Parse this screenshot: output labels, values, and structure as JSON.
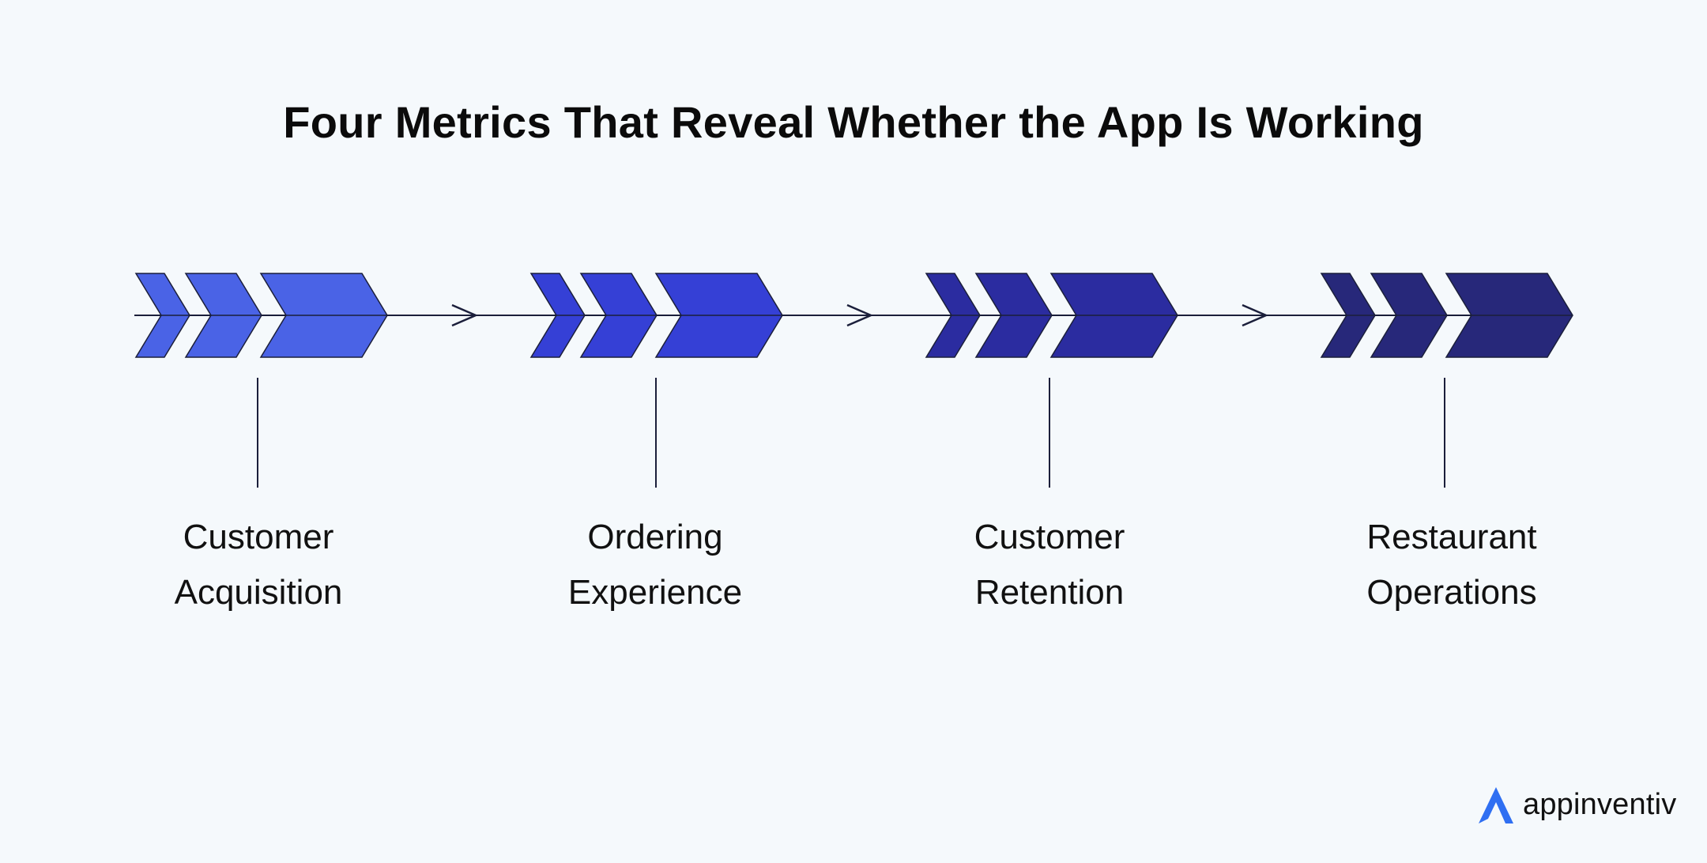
{
  "title": "Four Metrics That Reveal Whether the App Is Working",
  "stages": [
    {
      "line1": "Customer",
      "line2": "Acquisition",
      "color": "#4a63e6"
    },
    {
      "line1": "Ordering",
      "line2": "Experience",
      "color": "#3540d6"
    },
    {
      "line1": "Customer",
      "line2": "Retention",
      "color": "#2b2ca0"
    },
    {
      "line1": "Restaurant",
      "line2": "Operations",
      "color": "#27287a"
    }
  ],
  "line_color": "#1b1f3b",
  "logo": {
    "text": "appinventiv",
    "color": "#2f6ff2"
  }
}
